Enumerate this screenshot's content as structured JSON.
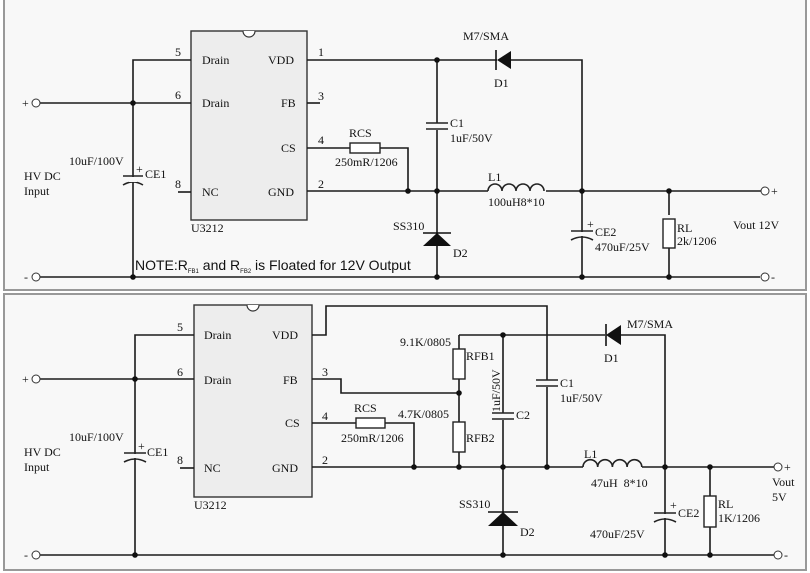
{
  "circuits": [
    {
      "name": "12V output",
      "ic": {
        "ref": "U3212",
        "pins": {
          "drain5": "Drain",
          "drain6": "Drain",
          "nc": "NC",
          "vdd": "VDD",
          "fb": "FB",
          "cs": "CS",
          "gnd": "GND"
        },
        "pin_numbers": {
          "p5": "5",
          "p6": "6",
          "p8": "8",
          "p1": "1",
          "p3": "3",
          "p4": "4",
          "p2": "2"
        }
      },
      "input": {
        "plus": "+",
        "minus": "-",
        "label1": "HV DC",
        "label2": "Input"
      },
      "ce1": {
        "ref": "CE1",
        "value": "10uF/100V",
        "plus": "+"
      },
      "rcs": {
        "ref": "RCS",
        "value": "250mR/1206"
      },
      "c1": {
        "ref": "C1",
        "value": "1uF/50V"
      },
      "d1": {
        "ref": "D1",
        "value": "M7/SMA"
      },
      "d2": {
        "ref": "D2",
        "value": "SS310"
      },
      "l1": {
        "ref": "L1",
        "value": "100uH8*10"
      },
      "ce2": {
        "ref": "CE2",
        "value": "470uF/25V",
        "plus": "+"
      },
      "rl": {
        "ref": "RL",
        "value": "2k/1206"
      },
      "output": {
        "plus": "+",
        "minus": "-",
        "label": "Vout 12V"
      },
      "note": {
        "prefix": "NOTE:R",
        "sub1": "FB1",
        "mid": " and R",
        "sub2": "FB2",
        "suffix": " is Floated for 12V Output"
      }
    },
    {
      "name": "5V output",
      "ic": {
        "ref": "U3212",
        "pins": {
          "drain5": "Drain",
          "drain6": "Drain",
          "nc": "NC",
          "vdd": "VDD",
          "fb": "FB",
          "cs": "CS",
          "gnd": "GND"
        },
        "pin_numbers": {
          "p5": "5",
          "p6": "6",
          "p8": "8",
          "p3": "3",
          "p4": "4",
          "p2": "2"
        }
      },
      "input": {
        "plus": "+",
        "minus": "-",
        "label1": "HV DC",
        "label2": "Input"
      },
      "ce1": {
        "ref": "CE1",
        "value": "10uF/100V",
        "plus": "+"
      },
      "rcs": {
        "ref": "RCS",
        "value": "250mR/1206"
      },
      "rfb1": {
        "ref": "RFB1",
        "value": "9.1K/0805"
      },
      "rfb2": {
        "ref": "RFB2",
        "value": "4.7K/0805"
      },
      "c2": {
        "ref": "C2",
        "value": "1uF/50V"
      },
      "c1": {
        "ref": "C1",
        "value": "1uF/50V"
      },
      "d1": {
        "ref": "D1",
        "value": "M7/SMA"
      },
      "d2": {
        "ref": "D2",
        "value": "SS310"
      },
      "l1": {
        "ref": "L1",
        "value": "47uH  8*10"
      },
      "ce2": {
        "ref": "CE2",
        "value": "470uF/25V",
        "plus": "+"
      },
      "rl": {
        "ref": "RL",
        "value": "1K/1206"
      },
      "output": {
        "plus": "+",
        "minus": "-",
        "label1": "Vout",
        "label2": "5V"
      }
    }
  ]
}
